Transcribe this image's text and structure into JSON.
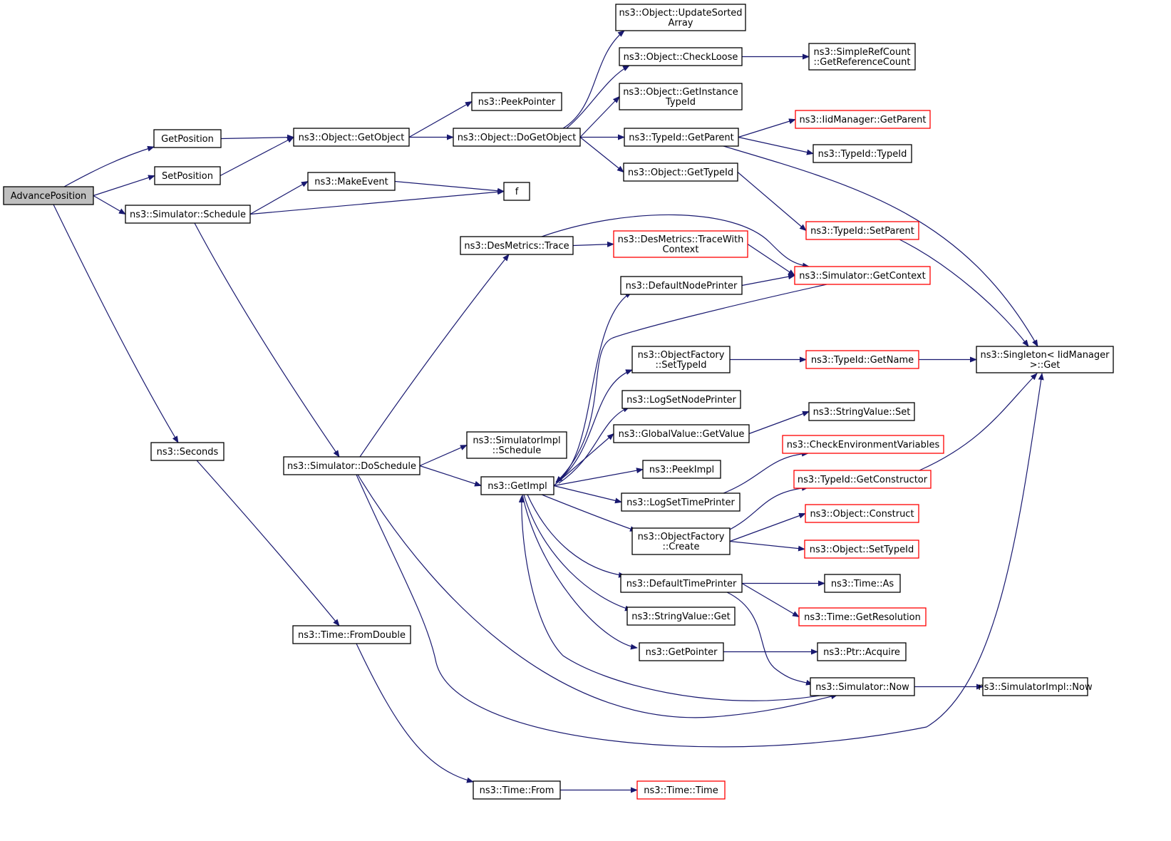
{
  "colors": {
    "edge": "#191970",
    "normal_border": "#000000",
    "truncated_border": "#ff0000",
    "root_fill": "#bfbfbf",
    "fill": "#ffffff"
  },
  "nodes": [
    {
      "id": "advpos",
      "lines": [
        "AdvancePosition"
      ],
      "style": "root"
    },
    {
      "id": "getpos",
      "lines": [
        "GetPosition"
      ],
      "style": "normal"
    },
    {
      "id": "setpos",
      "lines": [
        "SetPosition"
      ],
      "style": "normal"
    },
    {
      "id": "simsched",
      "lines": [
        "ns3::Simulator::Schedule"
      ],
      "style": "normal"
    },
    {
      "id": "seconds",
      "lines": [
        "ns3::Seconds"
      ],
      "style": "normal"
    },
    {
      "id": "getobj",
      "lines": [
        "ns3::Object::GetObject"
      ],
      "style": "normal"
    },
    {
      "id": "makeevent",
      "lines": [
        "ns3::MakeEvent"
      ],
      "style": "normal"
    },
    {
      "id": "f",
      "lines": [
        "f"
      ],
      "style": "normal"
    },
    {
      "id": "peekptr",
      "lines": [
        "ns3::PeekPointer"
      ],
      "style": "normal"
    },
    {
      "id": "dogetobj",
      "lines": [
        "ns3::Object::DoGetObject"
      ],
      "style": "normal"
    },
    {
      "id": "upsorted",
      "lines": [
        "ns3::Object::UpdateSorted",
        "Array"
      ],
      "style": "normal"
    },
    {
      "id": "checkloose",
      "lines": [
        "ns3::Object::CheckLoose"
      ],
      "style": "normal"
    },
    {
      "id": "getinstid",
      "lines": [
        "ns3::Object::GetInstance",
        "TypeId"
      ],
      "style": "normal"
    },
    {
      "id": "tidgetparent",
      "lines": [
        "ns3::TypeId::GetParent"
      ],
      "style": "normal"
    },
    {
      "id": "objgettid",
      "lines": [
        "ns3::Object::GetTypeId"
      ],
      "style": "normal"
    },
    {
      "id": "getrefcount",
      "lines": [
        "ns3::SimpleRefCount",
        "::GetReferenceCount"
      ],
      "style": "normal"
    },
    {
      "id": "iidgetparent",
      "lines": [
        "ns3::IidManager::GetParent"
      ],
      "style": "truncated"
    },
    {
      "id": "tidtid",
      "lines": [
        "ns3::TypeId::TypeId"
      ],
      "style": "normal"
    },
    {
      "id": "tidsetparent",
      "lines": [
        "ns3::TypeId::SetParent"
      ],
      "style": "truncated"
    },
    {
      "id": "singleton",
      "lines": [
        "ns3::Singleton< IidManager",
        ">::Get"
      ],
      "style": "normal"
    },
    {
      "id": "destrace",
      "lines": [
        "ns3::DesMetrics::Trace"
      ],
      "style": "normal"
    },
    {
      "id": "destracectx",
      "lines": [
        "ns3::DesMetrics::TraceWith",
        "Context"
      ],
      "style": "truncated"
    },
    {
      "id": "simgetctx",
      "lines": [
        "ns3::Simulator::GetContext"
      ],
      "style": "truncated"
    },
    {
      "id": "defnodeprinter",
      "lines": [
        "ns3::DefaultNodePrinter"
      ],
      "style": "normal"
    },
    {
      "id": "ofsettid",
      "lines": [
        "ns3::ObjectFactory",
        "::SetTypeId"
      ],
      "style": "normal"
    },
    {
      "id": "tidgetname",
      "lines": [
        "ns3::TypeId::GetName"
      ],
      "style": "truncated"
    },
    {
      "id": "logsetnode",
      "lines": [
        "ns3::LogSetNodePrinter"
      ],
      "style": "normal"
    },
    {
      "id": "gvgetvalue",
      "lines": [
        "ns3::GlobalValue::GetValue"
      ],
      "style": "normal"
    },
    {
      "id": "strvalset",
      "lines": [
        "ns3::StringValue::Set"
      ],
      "style": "normal"
    },
    {
      "id": "checkenv",
      "lines": [
        "ns3::CheckEnvironmentVariables"
      ],
      "style": "truncated"
    },
    {
      "id": "simdosched",
      "lines": [
        "ns3::Simulator::DoSchedule"
      ],
      "style": "normal"
    },
    {
      "id": "simimplsched",
      "lines": [
        "ns3::SimulatorImpl",
        "::Schedule"
      ],
      "style": "normal"
    },
    {
      "id": "getimpl",
      "lines": [
        "ns3::GetImpl"
      ],
      "style": "normal"
    },
    {
      "id": "peekimpl",
      "lines": [
        "ns3::PeekImpl"
      ],
      "style": "normal"
    },
    {
      "id": "tidgetctor",
      "lines": [
        "ns3::TypeId::GetConstructor"
      ],
      "style": "truncated"
    },
    {
      "id": "logsettime",
      "lines": [
        "ns3::LogSetTimePrinter"
      ],
      "style": "normal"
    },
    {
      "id": "objconstruct",
      "lines": [
        "ns3::Object::Construct"
      ],
      "style": "truncated"
    },
    {
      "id": "ofcreate",
      "lines": [
        "ns3::ObjectFactory",
        "::Create"
      ],
      "style": "normal"
    },
    {
      "id": "objsettid",
      "lines": [
        "ns3::Object::SetTypeId"
      ],
      "style": "truncated"
    },
    {
      "id": "deftimeprinter",
      "lines": [
        "ns3::DefaultTimePrinter"
      ],
      "style": "normal"
    },
    {
      "id": "timeas",
      "lines": [
        "ns3::Time::As"
      ],
      "style": "normal"
    },
    {
      "id": "strvalget",
      "lines": [
        "ns3::StringValue::Get"
      ],
      "style": "normal"
    },
    {
      "id": "timegetres",
      "lines": [
        "ns3::Time::GetResolution"
      ],
      "style": "truncated"
    },
    {
      "id": "getpointer",
      "lines": [
        "ns3::GetPointer"
      ],
      "style": "normal"
    },
    {
      "id": "ptracquire",
      "lines": [
        "ns3::Ptr::Acquire"
      ],
      "style": "normal"
    },
    {
      "id": "simnow",
      "lines": [
        "ns3::Simulator::Now"
      ],
      "style": "normal"
    },
    {
      "id": "simimplnow",
      "lines": [
        "ns3::SimulatorImpl::Now"
      ],
      "style": "normal"
    },
    {
      "id": "timefromdouble",
      "lines": [
        "ns3::Time::FromDouble"
      ],
      "style": "normal"
    },
    {
      "id": "timefrom",
      "lines": [
        "ns3::Time::From"
      ],
      "style": "normal"
    },
    {
      "id": "timetime",
      "lines": [
        "ns3::Time::Time"
      ],
      "style": "truncated"
    }
  ],
  "edges": [
    {
      "from": "advpos",
      "to": "getpos"
    },
    {
      "from": "advpos",
      "to": "setpos"
    },
    {
      "from": "advpos",
      "to": "simsched"
    },
    {
      "from": "advpos",
      "to": "seconds"
    },
    {
      "from": "getpos",
      "to": "getobj"
    },
    {
      "from": "setpos",
      "to": "getobj"
    },
    {
      "from": "getobj",
      "to": "peekptr"
    },
    {
      "from": "getobj",
      "to": "dogetobj"
    },
    {
      "from": "dogetobj",
      "to": "upsorted"
    },
    {
      "from": "dogetobj",
      "to": "checkloose"
    },
    {
      "from": "dogetobj",
      "to": "getinstid"
    },
    {
      "from": "dogetobj",
      "to": "tidgetparent"
    },
    {
      "from": "dogetobj",
      "to": "objgettid"
    },
    {
      "from": "checkloose",
      "to": "getrefcount"
    },
    {
      "from": "tidgetparent",
      "to": "iidgetparent"
    },
    {
      "from": "tidgetparent",
      "to": "tidtid"
    },
    {
      "from": "tidgetparent",
      "to": "singleton"
    },
    {
      "from": "objgettid",
      "to": "tidsetparent"
    },
    {
      "from": "tidsetparent",
      "to": "singleton"
    },
    {
      "from": "simsched",
      "to": "makeevent"
    },
    {
      "from": "simsched",
      "to": "f"
    },
    {
      "from": "makeevent",
      "to": "f"
    },
    {
      "from": "simsched",
      "to": "simdosched"
    },
    {
      "from": "simdosched",
      "to": "destrace"
    },
    {
      "from": "simdosched",
      "to": "simimplsched"
    },
    {
      "from": "simdosched",
      "to": "getimpl"
    },
    {
      "from": "simdosched",
      "to": "simnow"
    },
    {
      "from": "simdosched",
      "to": "singleton"
    },
    {
      "from": "destrace",
      "to": "destracectx"
    },
    {
      "from": "destrace",
      "to": "simgetctx"
    },
    {
      "from": "destracectx",
      "to": "simgetctx"
    },
    {
      "from": "defnodeprinter",
      "to": "simgetctx"
    },
    {
      "from": "simgetctx",
      "to": "getimpl"
    },
    {
      "from": "getimpl",
      "to": "defnodeprinter"
    },
    {
      "from": "getimpl",
      "to": "ofsettid"
    },
    {
      "from": "getimpl",
      "to": "logsetnode"
    },
    {
      "from": "getimpl",
      "to": "gvgetvalue"
    },
    {
      "from": "getimpl",
      "to": "peekimpl"
    },
    {
      "from": "getimpl",
      "to": "logsettime"
    },
    {
      "from": "getimpl",
      "to": "ofcreate"
    },
    {
      "from": "getimpl",
      "to": "deftimeprinter"
    },
    {
      "from": "getimpl",
      "to": "strvalget"
    },
    {
      "from": "getimpl",
      "to": "getpointer"
    },
    {
      "from": "ofsettid",
      "to": "tidgetname"
    },
    {
      "from": "tidgetname",
      "to": "singleton"
    },
    {
      "from": "gvgetvalue",
      "to": "strvalset"
    },
    {
      "from": "logsettime",
      "to": "checkenv"
    },
    {
      "from": "ofcreate",
      "to": "tidgetctor"
    },
    {
      "from": "ofcreate",
      "to": "objconstruct"
    },
    {
      "from": "ofcreate",
      "to": "objsettid"
    },
    {
      "from": "tidgetctor",
      "to": "singleton"
    },
    {
      "from": "deftimeprinter",
      "to": "timeas"
    },
    {
      "from": "deftimeprinter",
      "to": "timegetres"
    },
    {
      "from": "deftimeprinter",
      "to": "simnow"
    },
    {
      "from": "getpointer",
      "to": "ptracquire"
    },
    {
      "from": "simnow",
      "to": "simimplnow"
    },
    {
      "from": "simnow",
      "to": "getimpl"
    },
    {
      "from": "seconds",
      "to": "timefromdouble"
    },
    {
      "from": "timefromdouble",
      "to": "timefrom"
    },
    {
      "from": "timefrom",
      "to": "timetime"
    }
  ]
}
